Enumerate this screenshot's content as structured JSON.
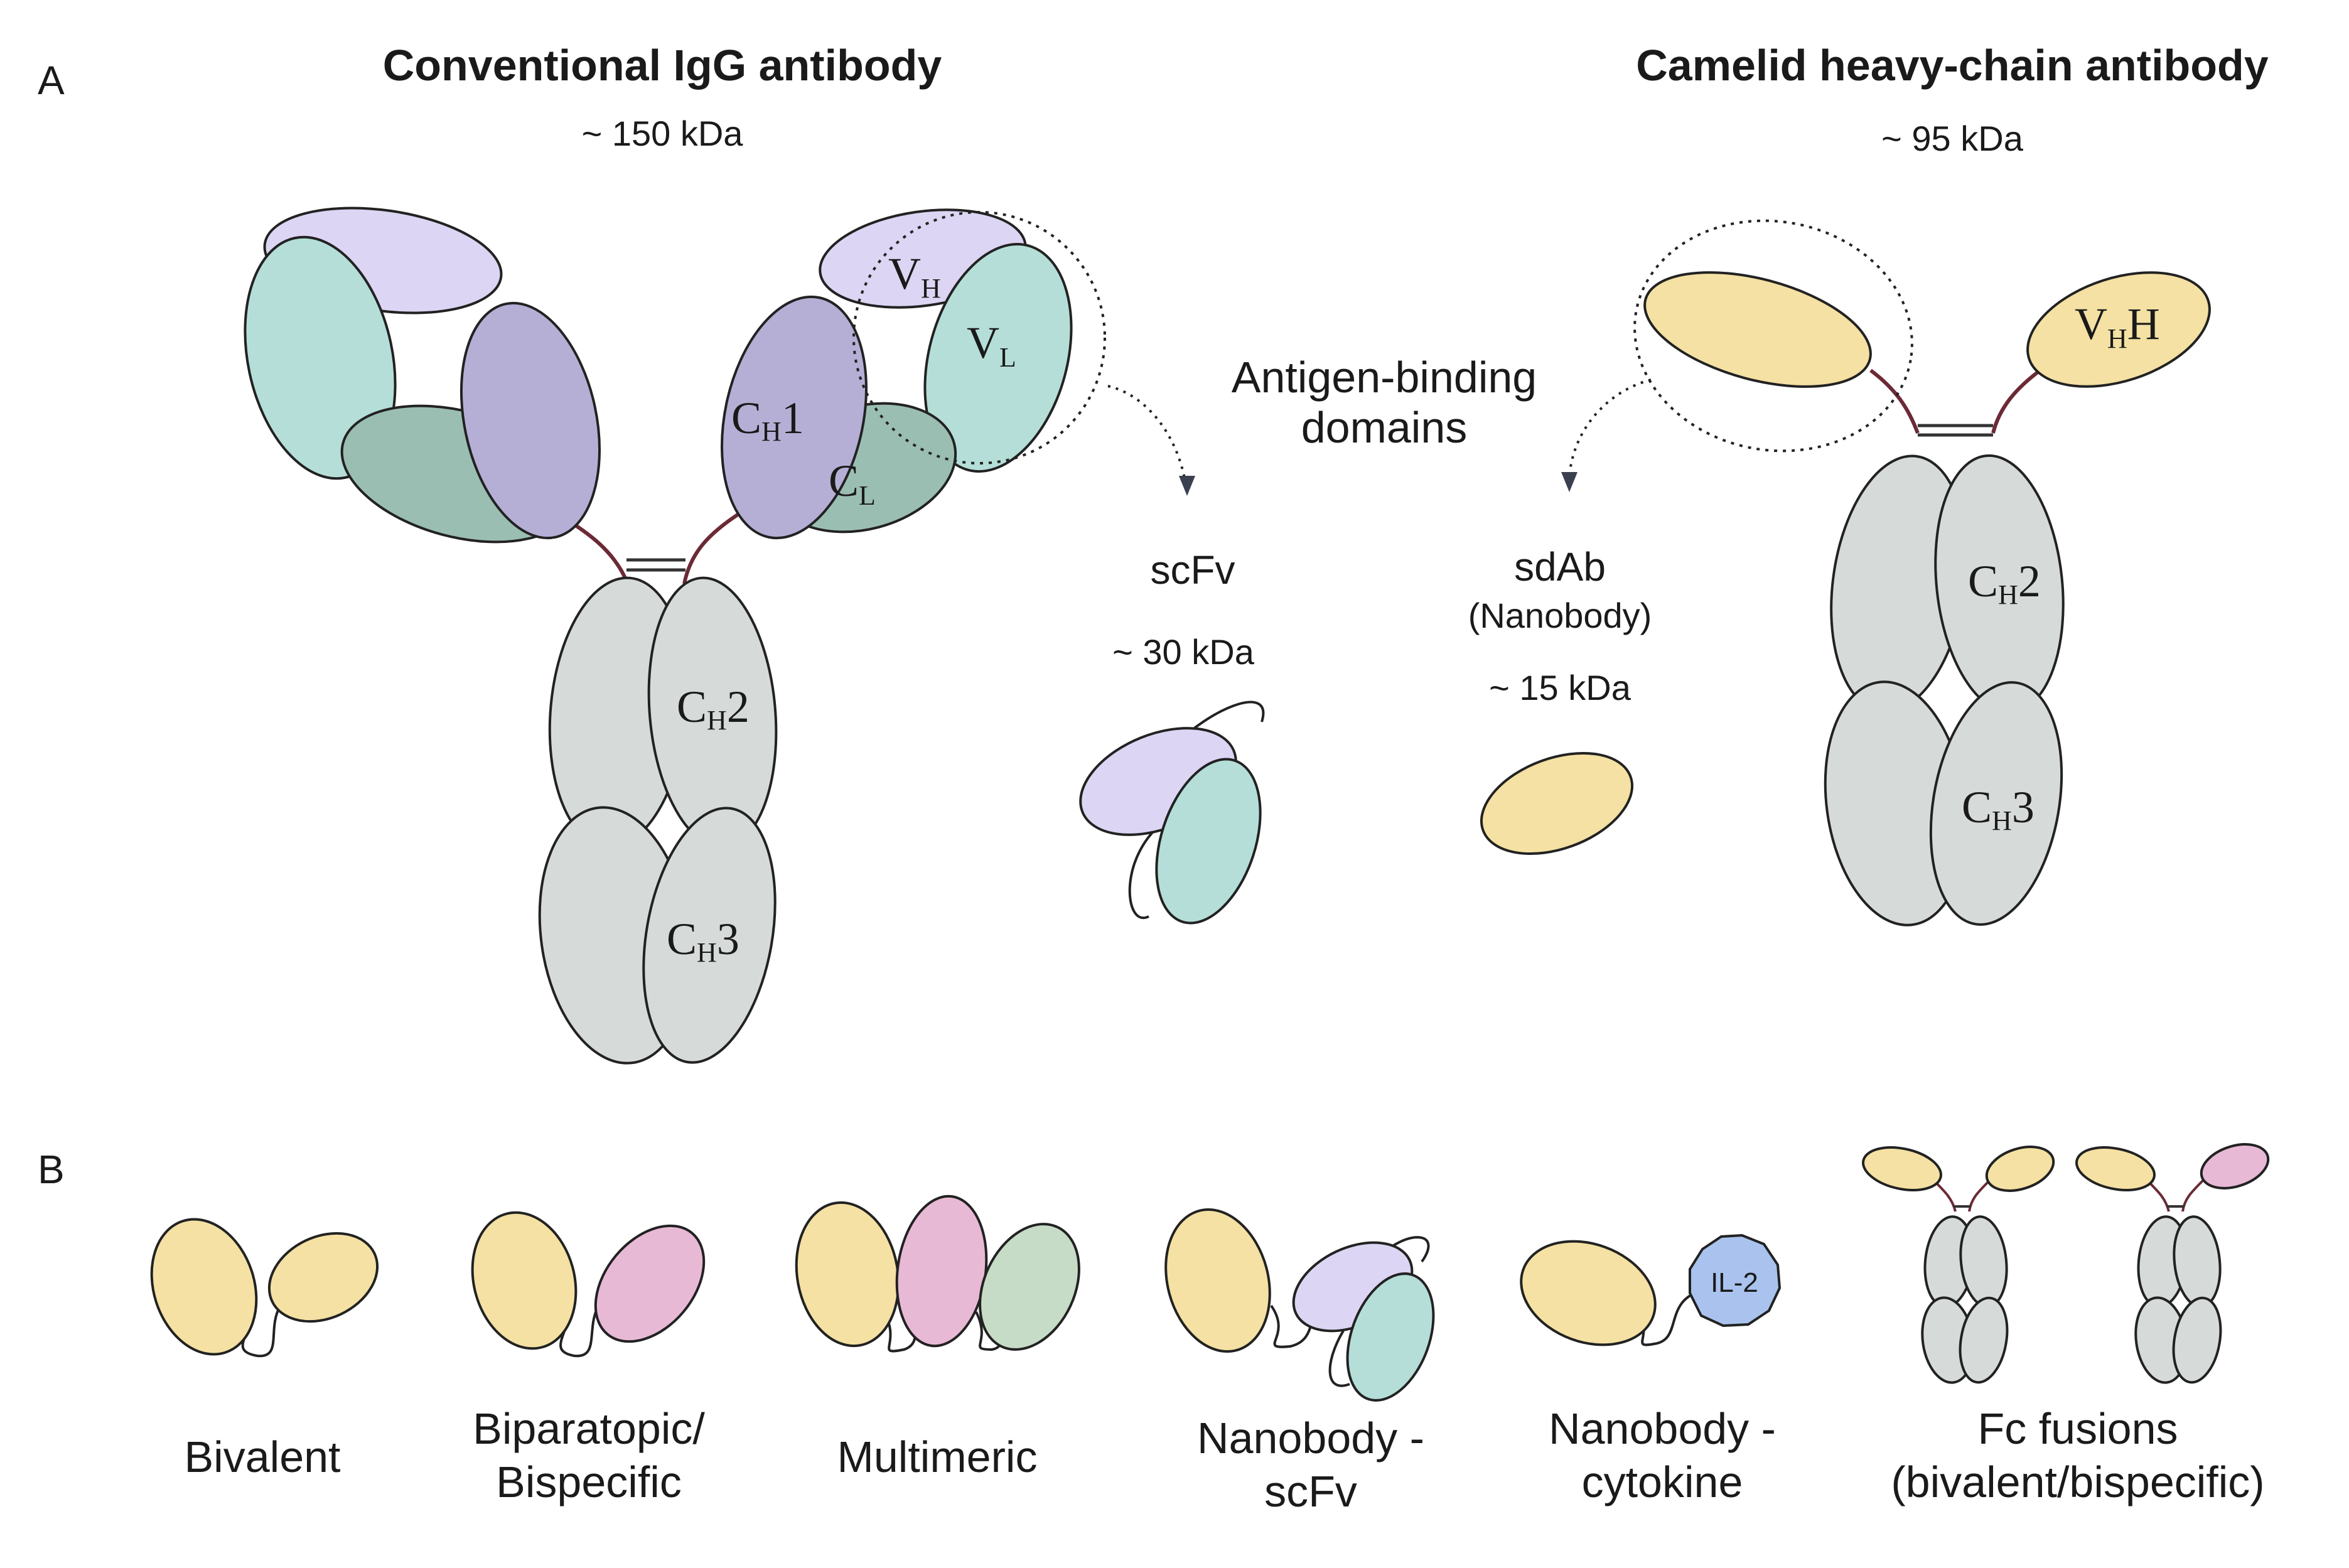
{
  "panel_a": {
    "letter": "A",
    "igg": {
      "title": "Conventional IgG antibody",
      "mass": "~ 150 kDa",
      "vh_base": "V",
      "vh_sub": "H",
      "vl_base": "V",
      "vl_sub": "L",
      "ch1_base": "C",
      "ch1_sub": "H",
      "ch1_num": "1",
      "cl_base": "C",
      "cl_sub": "L",
      "ch2_base": "C",
      "ch2_sub": "H",
      "ch2_num": "2",
      "ch3_base": "C",
      "ch3_sub": "H",
      "ch3_num": "3"
    },
    "camelid": {
      "title": "Camelid heavy-chain antibody",
      "mass": "~ 95 kDa",
      "vhh_base": "V",
      "vhh_sub": "H",
      "vhh_end": "H",
      "ch2_base": "C",
      "ch2_sub": "H",
      "ch2_num": "2",
      "ch3_base": "C",
      "ch3_sub": "H",
      "ch3_num": "3"
    },
    "antigen_binding_line1": "Antigen-binding",
    "antigen_binding_line2": "domains",
    "scfv": {
      "name": "scFv",
      "mass": "~ 30 kDa"
    },
    "sdab": {
      "name": "sdAb",
      "subname": "(Nanobody)",
      "mass": "~ 15 kDa"
    }
  },
  "panel_b": {
    "letter": "B",
    "formats": [
      {
        "line1": "Bivalent",
        "line2": ""
      },
      {
        "line1": "Biparatopic/",
        "line2": "Bispecific"
      },
      {
        "line1": "Multimeric",
        "line2": ""
      },
      {
        "line1": "Nanobody -",
        "line2": "scFv"
      },
      {
        "line1": "Nanobody -",
        "line2": "cytokine"
      },
      {
        "line1": "Fc fusions",
        "line2": "(bivalent/bispecific)"
      }
    ],
    "cytokine_label": "IL-2"
  },
  "colors": {
    "vh_lavender": "#DCD5F3",
    "vl_teal": "#B5DED8",
    "ch1_purple": "#B5AFD6",
    "cl_dark_teal": "#9BBEB3",
    "constant_gray": "#D6DBD9",
    "nanobody_yellow": "#F4E1A3",
    "pink": "#E8B9D5",
    "sage": "#C7DCC7",
    "cytokine_blue": "#A9C3EE",
    "hinge": "#6B2A35"
  }
}
